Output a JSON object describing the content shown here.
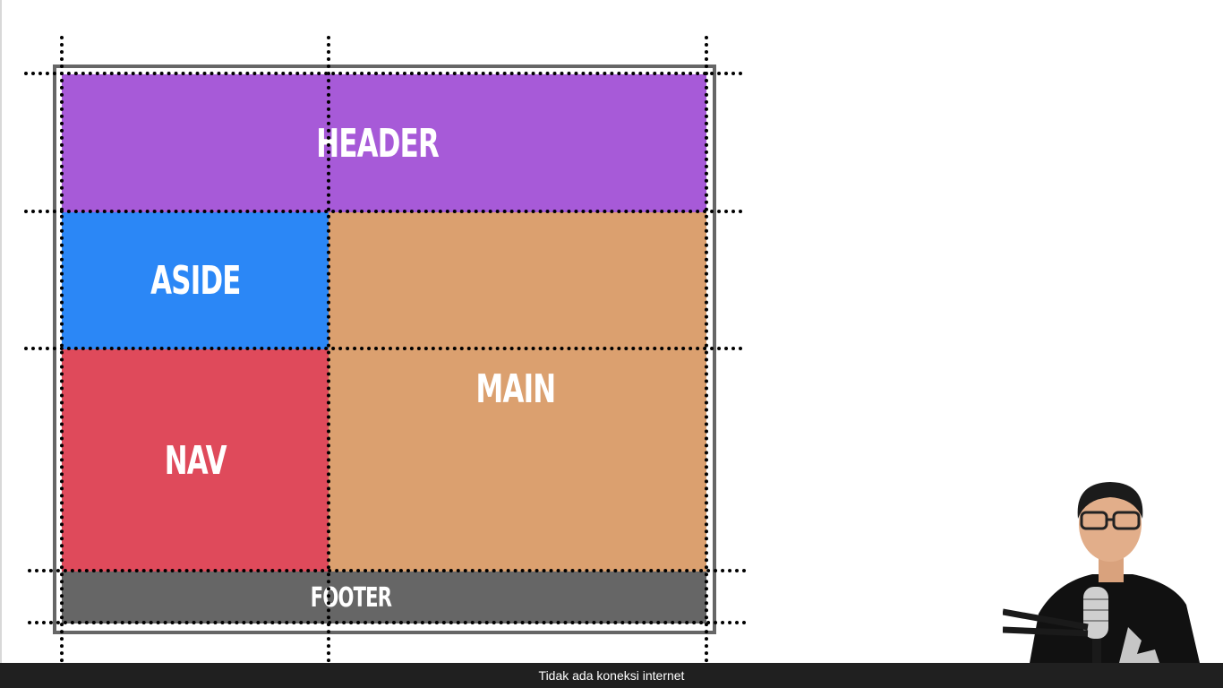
{
  "layout": {
    "header": "HEADER",
    "aside": "ASIDE",
    "nav": "NAV",
    "main": "MAIN",
    "footer": "FOOTER"
  },
  "colors": {
    "header": "#a75ad8",
    "aside": "#2b87f6",
    "nav": "#df4a5b",
    "main": "#dba06f",
    "footer": "#666666"
  },
  "status_bar": {
    "message": "Tidak ada koneksi internet"
  }
}
